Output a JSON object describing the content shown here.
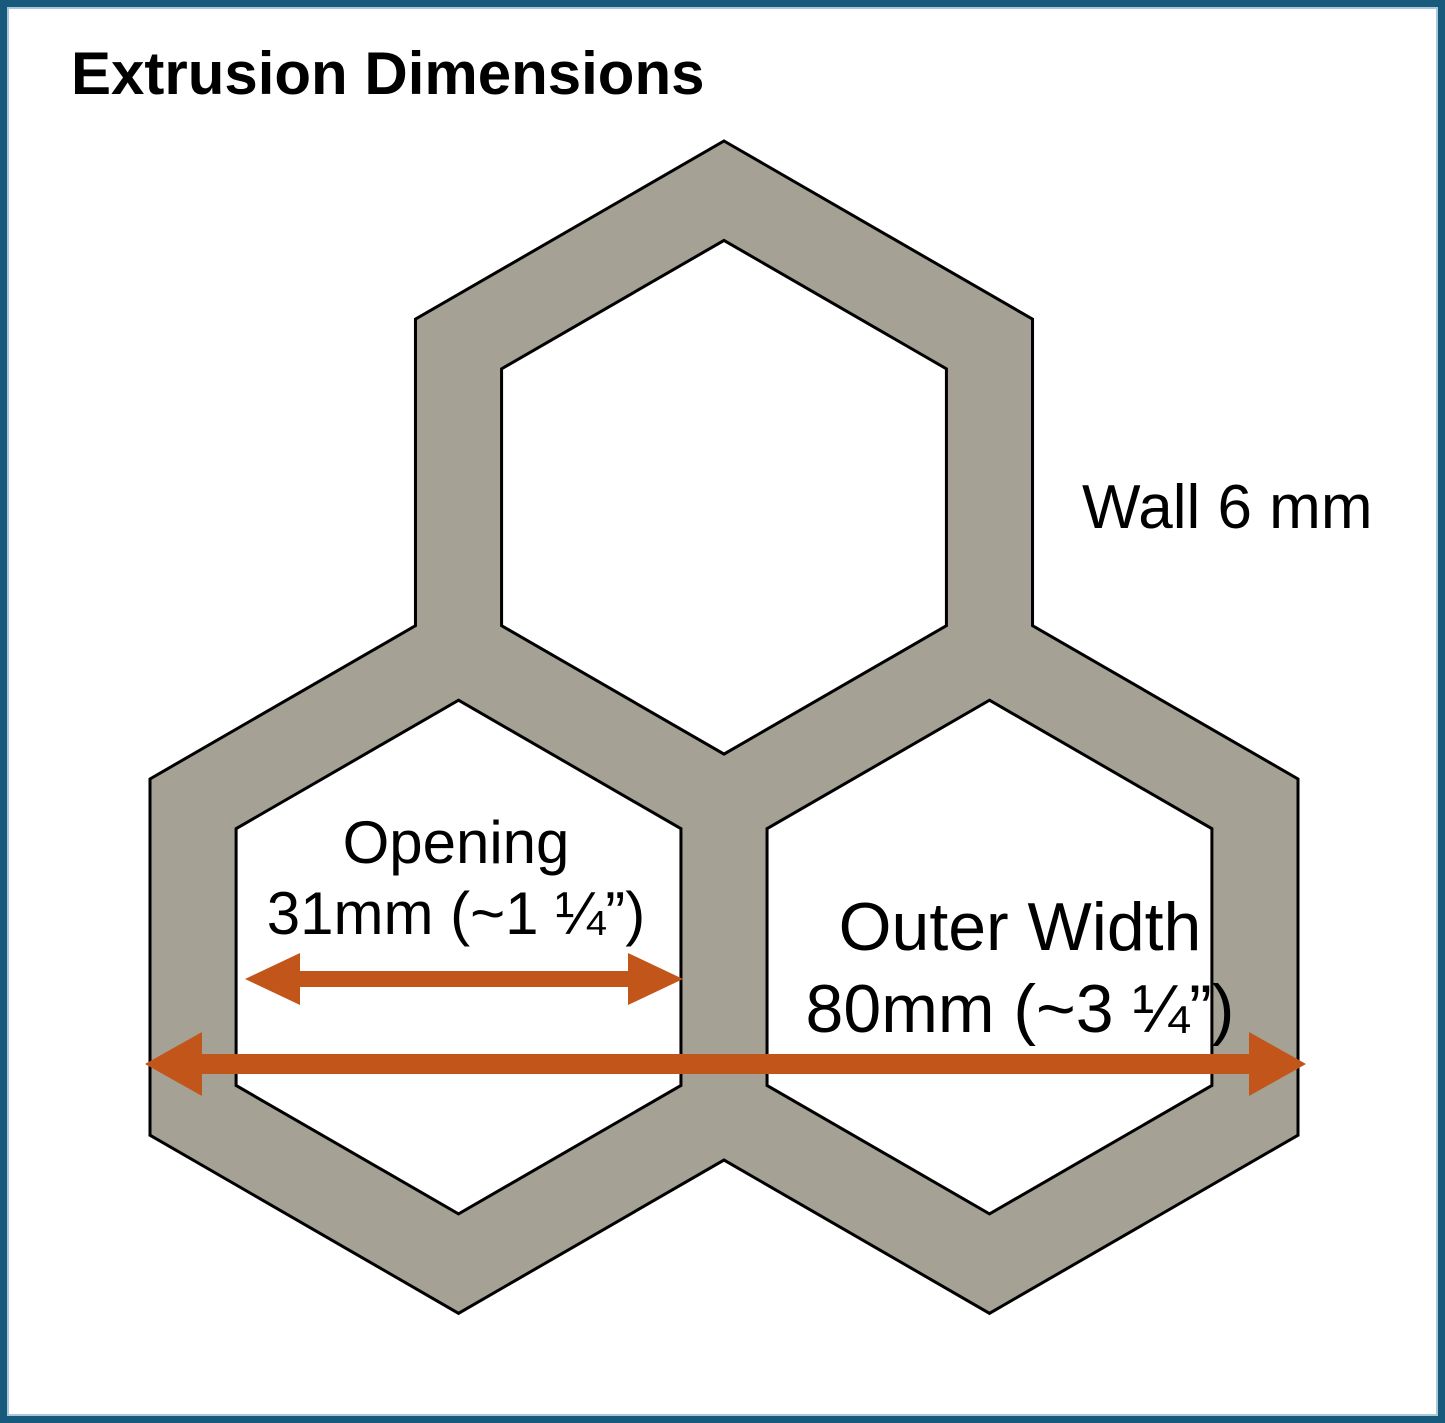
{
  "title": "Extrusion Dimensions",
  "annotations": {
    "wall": "Wall 6 mm",
    "opening": {
      "line1": "Opening",
      "line2": "31mm (~1 ¼”)"
    },
    "outer_width": {
      "line1": "Outer Width",
      "line2": "80mm (~3 ¼”)"
    }
  },
  "dimensions": {
    "wall_mm": 6,
    "opening_mm": 31,
    "opening_inches_approx": "1 ¼”",
    "outer_width_mm": 80,
    "outer_width_inches_approx": "3 ¼”"
  },
  "colors": {
    "wall_fill": "#a5a194",
    "outline": "#000000",
    "arrow": "#c2561a",
    "frame_border": "#175a7c",
    "frame_inner_line": "#abc8d6",
    "background": "#ffffff",
    "text": "#000000"
  }
}
